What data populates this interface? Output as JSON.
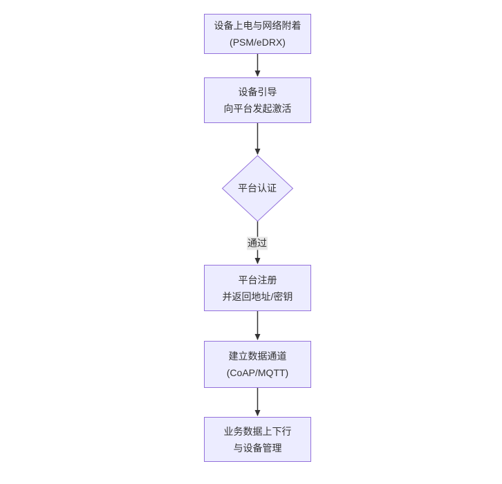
{
  "diagram": {
    "type": "flowchart",
    "direction": "top-down",
    "nodes": [
      {
        "id": "A",
        "shape": "rect",
        "lines": [
          "设备上电与网络附着",
          "(PSM/eDRX)"
        ]
      },
      {
        "id": "B",
        "shape": "rect",
        "lines": [
          "设备引导",
          "向平台发起激活"
        ]
      },
      {
        "id": "C",
        "shape": "diamond",
        "lines": [
          "平台认证"
        ]
      },
      {
        "id": "D",
        "shape": "rect",
        "lines": [
          "平台注册",
          "并返回地址/密钥"
        ]
      },
      {
        "id": "E",
        "shape": "rect",
        "lines": [
          "建立数据通道",
          "(CoAP/MQTT)"
        ]
      },
      {
        "id": "F",
        "shape": "rect",
        "lines": [
          "业务数据上下行",
          "与设备管理"
        ]
      }
    ],
    "edges": [
      {
        "from": "A",
        "to": "B",
        "label": ""
      },
      {
        "from": "B",
        "to": "C",
        "label": ""
      },
      {
        "from": "C",
        "to": "D",
        "label": "通过"
      },
      {
        "from": "D",
        "to": "E",
        "label": ""
      },
      {
        "from": "E",
        "to": "F",
        "label": ""
      }
    ],
    "colors": {
      "node_fill": "#ECECFF",
      "node_border": "#9370DB",
      "text": "#333333",
      "arrow": "#333333",
      "edge_label_bg": "#e8e8e8",
      "background": "#ffffff"
    }
  }
}
